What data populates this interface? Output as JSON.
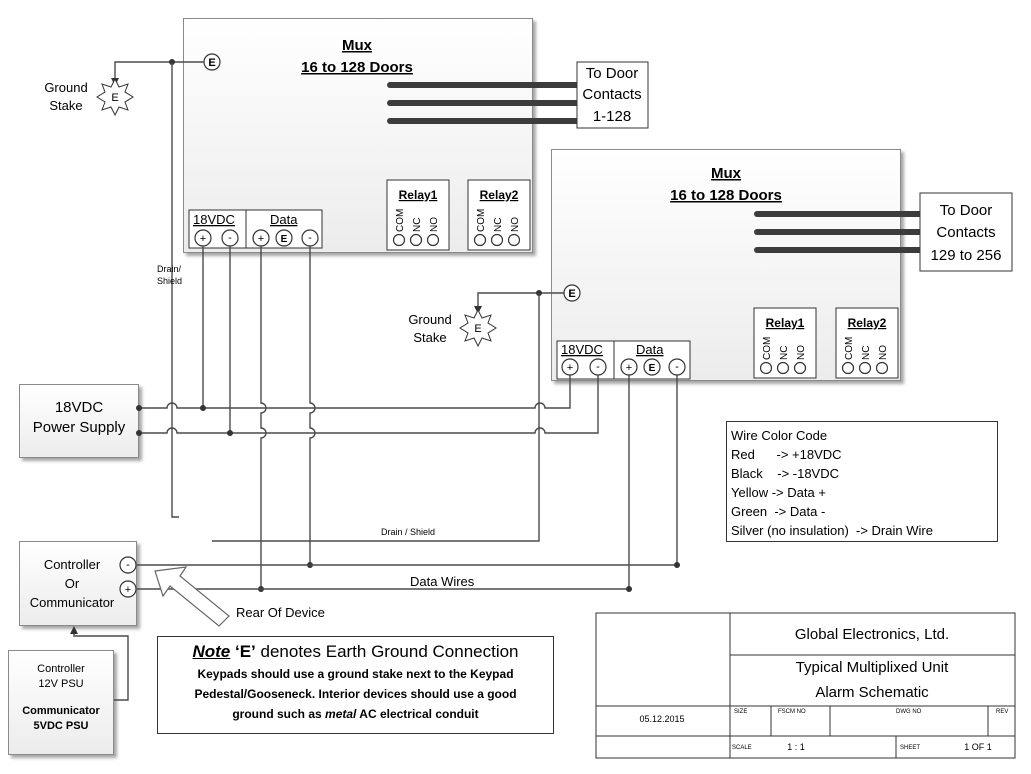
{
  "mux1": {
    "title": "Mux",
    "subtitle": "16 to 128 Doors",
    "door_contacts": [
      "To Door",
      "Contacts",
      "1-128"
    ],
    "power_label": "18VDC",
    "data_label": "Data",
    "relay1": "Relay1",
    "relay2": "Relay2",
    "relay_terms": [
      "COM",
      "NC",
      "NO"
    ]
  },
  "mux2": {
    "title": "Mux",
    "subtitle": "16 to 128 Doors",
    "door_contacts": [
      "To Door",
      "Contacts",
      "129 to 256"
    ],
    "power_label": "18VDC",
    "data_label": "Data",
    "relay1": "Relay1",
    "relay2": "Relay2",
    "relay_terms": [
      "COM",
      "NC",
      "NO"
    ]
  },
  "ground": {
    "stake_label_1": [
      "Ground",
      "Stake"
    ],
    "stake_label_2": [
      "Ground",
      "Stake"
    ],
    "symbol": "E"
  },
  "terminal_signs": {
    "plus": "+",
    "minus": "-"
  },
  "labels": {
    "drain_shield_vertical": [
      "Drain/",
      "Shield"
    ],
    "drain_shield": "Drain  /  Shield",
    "data_wires": "Data Wires",
    "rear_of_device": "Rear Of Device"
  },
  "psu": {
    "line1": "18VDC",
    "line2": "Power Supply"
  },
  "controller": {
    "line1": "Controller",
    "line2": "Or",
    "line3": "Communicator"
  },
  "controller_psu": {
    "line1": "Controller",
    "line2": "12V PSU",
    "line3": "Communicator",
    "line4": "5VDC PSU"
  },
  "wire_legend": {
    "title": "Wire Color Code",
    "rows": [
      "Red      -> +18VDC",
      "Black    -> -18VDC",
      "Yellow -> Data +",
      "Green  -> Data -",
      "Silver (no insulation)  -> Drain Wire"
    ]
  },
  "note": {
    "note_word": "Note",
    "e_mark": "‘E’",
    "heading_rest": " denotes Earth Ground Connection",
    "body_1": "Keypads should use a ground stake next to the Keypad",
    "body_2": "Pedestal/Gooseneck.   Interior devices should use a good",
    "body_3a": "ground such as ",
    "body_3b": "metal",
    "body_3c": " AC electrical conduit"
  },
  "title_block": {
    "company": "Global Electronics, Ltd.",
    "title_1": "Typical Multiplixed Unit",
    "title_2": "Alarm Schematic",
    "date": "05.12.2015",
    "size_label": "SIZE",
    "fscm_label": "FSCM NO",
    "dwg_label": "DWG NO",
    "rev_label": "REV",
    "scale_label": "SCALE",
    "scale_value": "1 : 1",
    "sheet_label": "SHEET",
    "sheet_value": "1 OF 1"
  },
  "colors": {
    "wire": "#4a4a4a",
    "box_border": "#8a8a8a",
    "bus": "#3c3c3c"
  }
}
